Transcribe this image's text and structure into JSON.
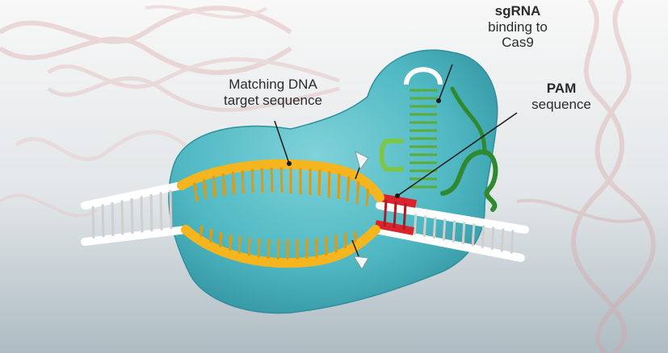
{
  "labels": {
    "sgrna": {
      "title": "sgRNA",
      "line1": "binding to",
      "line2": "Cas9"
    },
    "pam": {
      "title": "PAM",
      "line1": "sequence"
    },
    "target": {
      "line1": "Matching DNA",
      "line2": "target sequence"
    }
  },
  "colors": {
    "background_top": "#f7f7f7",
    "background_bottom": "#b9c6cc",
    "cas9_protein": "#4fb8c2",
    "cas9_shadow": "#2f8f9c",
    "dna_strand": "#ffffff",
    "dna_rung": "#d8d8d8",
    "target_strand": "#f5b51f",
    "target_rung": "#e0a010",
    "pam": "#d9232d",
    "sgrna": "#6bbf45",
    "sgrna_dark": "#2f8a2f",
    "leader_line": "#1a1a1a"
  },
  "icons": {
    "arrow_up": "cleavage-arrow-icon",
    "arrow_down": "cleavage-arrow-icon"
  }
}
